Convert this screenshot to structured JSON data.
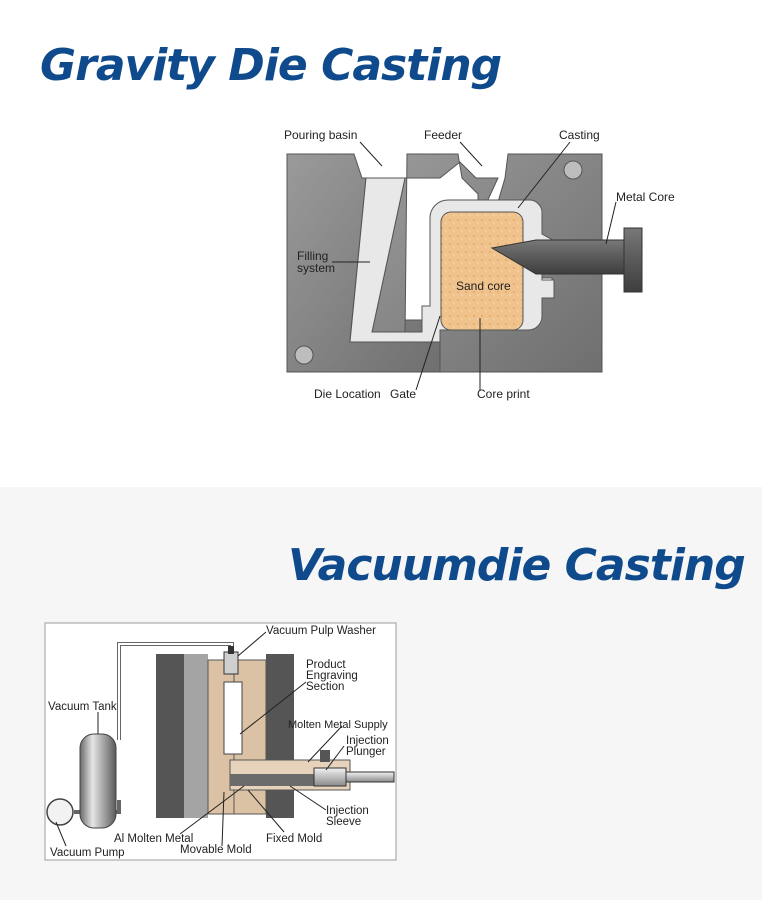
{
  "sections": [
    {
      "title": "Gravity Die Casting",
      "labels": {
        "pouring_basin": "Pouring basin",
        "feeder": "Feeder",
        "casting": "Casting",
        "metal_core": "Metal Core",
        "filling_system_l1": "Filling",
        "filling_system_l2": "system",
        "sand_core": "Sand core",
        "die_location": "Die Location",
        "gate": "Gate",
        "core_print": "Core print"
      }
    },
    {
      "title": "Vacuumdie Casting",
      "labels": {
        "vacuum_pulp_washer": "Vacuum Pulp Washer",
        "product_l1": "Product",
        "product_l2": "Engraving",
        "product_l3": "Section",
        "molten_metal_supply": "Molten Metal Supply",
        "injection_plunger_l1": "Injection",
        "injection_plunger_l2": "Plunger",
        "vacuum_tank": "Vacuum Tank",
        "injection_sleeve_l1": "Injection",
        "injection_sleeve_l2": "Sleeve",
        "al_molten_metal": "Al Molten Metal",
        "fixed_mold": "Fixed Mold",
        "movable_mold": "Movable Mold",
        "vacuum_pump": "Vacuum Pump"
      }
    }
  ]
}
